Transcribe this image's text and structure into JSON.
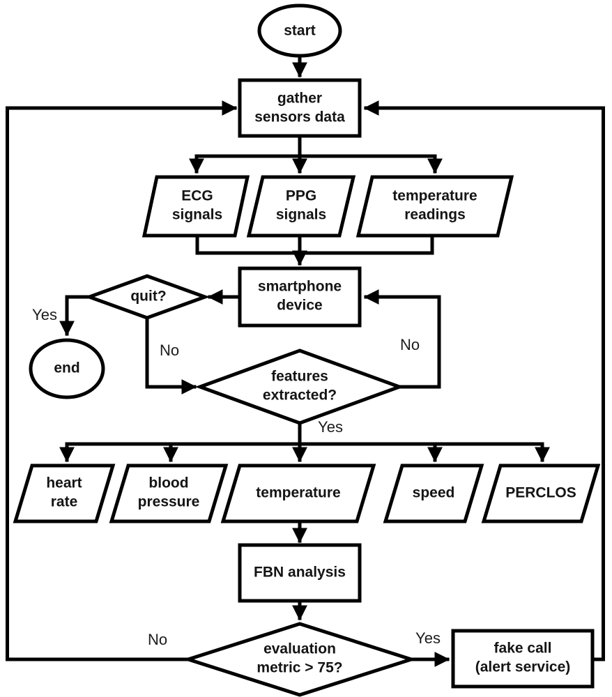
{
  "nodes": {
    "start": {
      "shape": "terminator",
      "label": "start"
    },
    "gather": {
      "shape": "process",
      "label": "gather\nsensors data"
    },
    "ecg": {
      "shape": "data",
      "label": "ECG\nsignals"
    },
    "ppg": {
      "shape": "data",
      "label": "PPG\nsignals"
    },
    "temp_readings": {
      "shape": "data",
      "label": "temperature\nreadings"
    },
    "smartphone": {
      "shape": "process",
      "label": "smartphone\ndevice"
    },
    "quit": {
      "shape": "decision",
      "label": "quit?"
    },
    "end": {
      "shape": "terminator",
      "label": "end"
    },
    "features": {
      "shape": "decision",
      "label": "features\nextracted?"
    },
    "heart_rate": {
      "shape": "data",
      "label": "heart\nrate"
    },
    "blood_pressure": {
      "shape": "data",
      "label": "blood\npressure"
    },
    "temperature": {
      "shape": "data",
      "label": "temperature"
    },
    "speed": {
      "shape": "data",
      "label": "speed"
    },
    "perclos": {
      "shape": "data",
      "label": "PERCLOS"
    },
    "fbn": {
      "shape": "process",
      "label": "FBN analysis"
    },
    "evaluation": {
      "shape": "decision",
      "label": "evaluation\nmetric > 75?"
    },
    "fake_call": {
      "shape": "process",
      "label": "fake call\n(alert service)"
    }
  },
  "edge_labels": {
    "quit_yes": "Yes",
    "quit_no": "No",
    "features_no": "No",
    "features_yes": "Yes",
    "evaluation_no": "No",
    "evaluation_yes": "Yes"
  },
  "colors": {
    "stroke": "#000000",
    "node_fill": "#ffffff",
    "text": "#141414"
  }
}
